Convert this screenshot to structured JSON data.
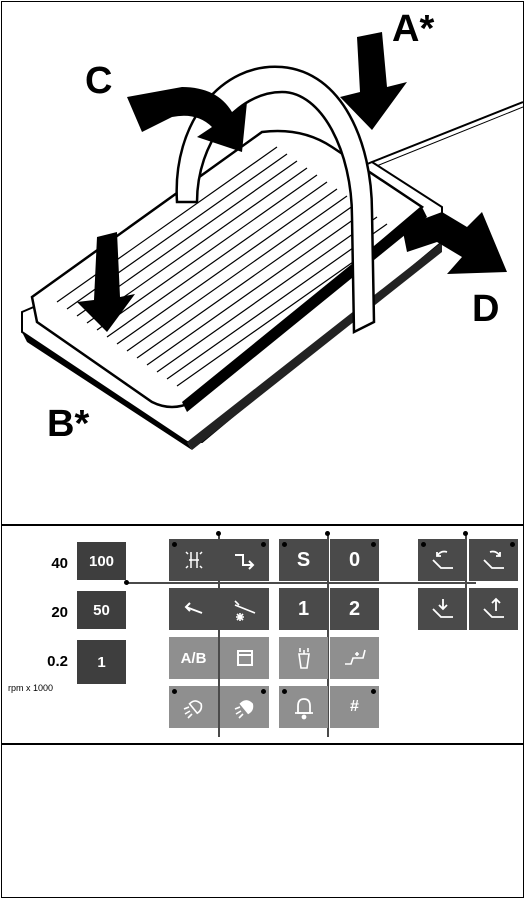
{
  "labels": {
    "a": "A*",
    "b": "B*",
    "c": "C",
    "d": "D"
  },
  "speeds": [
    {
      "label": "40",
      "value": "100"
    },
    {
      "label": "20",
      "value": "50"
    },
    {
      "label": "0.2",
      "value": "1"
    }
  ],
  "speed_unit": "rpm x 1000",
  "keys": {
    "s": "S",
    "zero": "0",
    "one": "1",
    "two": "2",
    "ab": "A/B",
    "hash": "#"
  },
  "icons": [
    "spray-icon",
    "arrow-right-icon",
    "undo-arrow-icon",
    "coolant-handpiece-icon",
    "window-icon",
    "cup-filler-icon",
    "chair-position-icon",
    "light-off-icon",
    "light-on-icon",
    "bell-icon",
    "chair-back-up-icon",
    "chair-back-down-icon",
    "chair-down-icon",
    "chair-up-icon"
  ],
  "colors": {
    "key_dark": "#4a4a4a",
    "key_light": "#8f8f8f"
  }
}
